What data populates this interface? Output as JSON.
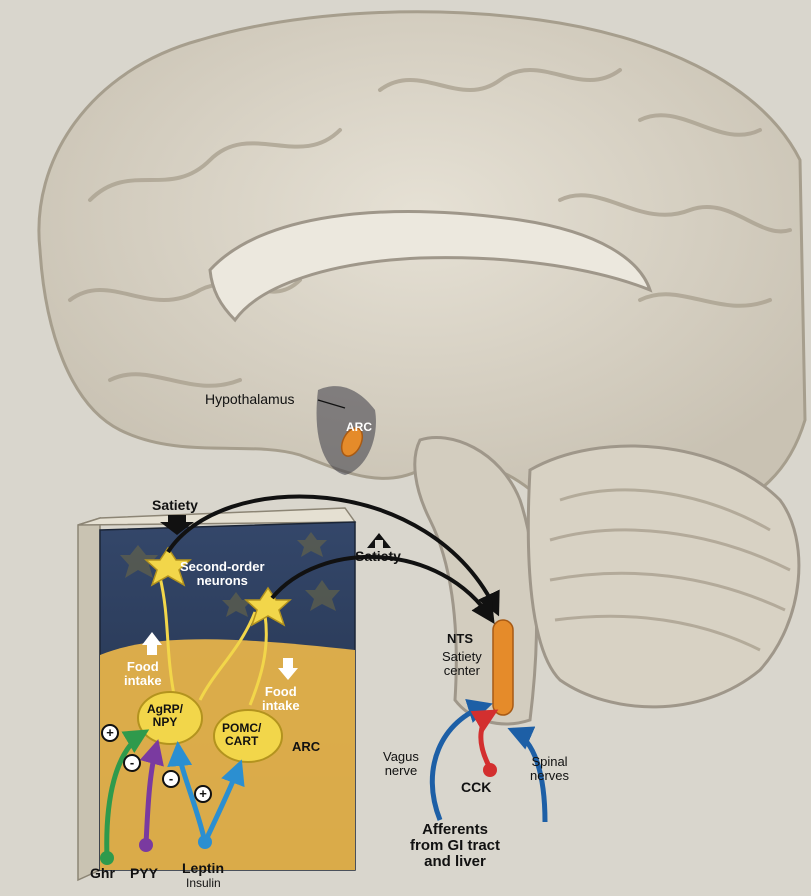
{
  "labels": {
    "hypothalamus": "Hypothalamus",
    "arc_brain": "ARC",
    "satiety_top": "Satiety",
    "satiety_mid": "Satiety",
    "second_order": "Second-order\nneurons",
    "food_intake_up": "Food\nintake",
    "food_intake_down": "Food\nintake",
    "agrp": "AgRP/\nNPY",
    "pomc": "POMC/\nCART",
    "arc_box": "ARC",
    "nts": "NTS",
    "satiety_center": "Satiety\ncenter",
    "vagus": "Vagus\nnerve",
    "spinal": "Spinal\nnerves",
    "cck": "CCK",
    "afferents": "Afferents\nfrom GI tract\nand liver",
    "ghr": "Ghr",
    "pyy": "PYY",
    "leptin": "Leptin",
    "insulin": "Insulin"
  },
  "signs": {
    "ghr": "+",
    "pyy": "-",
    "leptin_minus": "-",
    "leptin_plus": "+"
  },
  "colors": {
    "brain": "#d8d3c6",
    "brain_shadow": "#b7b0a1",
    "panel_dark": "#2a3a55",
    "arc_region": "#e5b24a",
    "neuron": "#f2d64a",
    "nts": "#e58b2a",
    "ghr": "#2f9a4c",
    "pyy": "#7a3aa0",
    "leptin": "#2b8fd1",
    "cck": "#d32f2f",
    "afferent": "#1d5fa6"
  }
}
